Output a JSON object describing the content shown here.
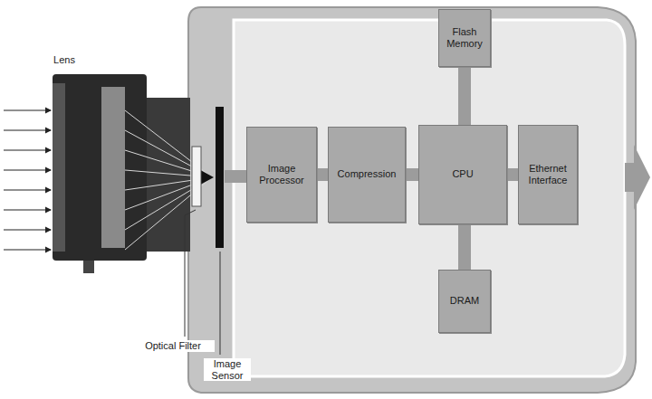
{
  "diagram": {
    "nodes": [
      {
        "text": [
          "Flash Memory"
        ]
      },
      {
        "text": [
          "Image Processor"
        ]
      },
      {
        "text": [
          "Compression"
        ]
      },
      {
        "text": [
          "CPU"
        ]
      },
      {
        "text": [
          "Ethernet Interface"
        ]
      },
      {
        "text": [
          "DRAM"
        ]
      }
    ],
    "edges": [
      {
        "from": 1,
        "to": 2,
        "arrow": "none"
      },
      {
        "from": 2,
        "to": 3,
        "arrow": "none"
      },
      {
        "from": 3,
        "to": 4,
        "arrow": "none"
      },
      {
        "from": 3,
        "to": 0,
        "arrow": "none"
      },
      {
        "from": 3,
        "to": 5,
        "arrow": "none"
      }
    ],
    "labels": [
      "Lens",
      "Optical Filter",
      "Image Sensor"
    ]
  }
}
